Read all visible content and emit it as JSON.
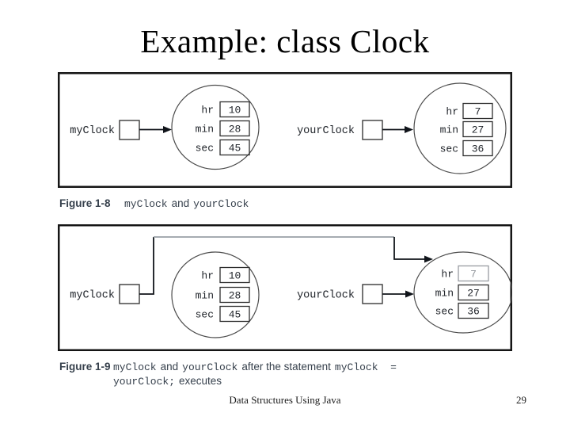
{
  "title": "Example: class Clock",
  "footer": {
    "center": "Data Structures Using Java",
    "page": "29"
  },
  "colors": {
    "caption": "#36404c",
    "ink": "#1a1a1a",
    "frame": "#151515",
    "muted_value": "#8f9399"
  },
  "figures": {
    "fig1": {
      "caption_label": "Figure 1-8",
      "caption": {
        "p1": "myClock",
        "p2": "and",
        "p3": "yourClock"
      },
      "pointers": {
        "my": "myClock",
        "your": "yourClock"
      },
      "object1": {
        "fields": [
          "hr",
          "min",
          "sec"
        ],
        "values": [
          "10",
          "28",
          "45"
        ]
      },
      "object2": {
        "fields": [
          "hr",
          "min",
          "sec"
        ],
        "values": [
          "7",
          "27",
          "36"
        ]
      }
    },
    "fig2": {
      "caption_label": "Figure 1-9",
      "caption_line1": {
        "p1": "myClock",
        "p2": "and",
        "p3": "yourClock",
        "p4": "after the statement",
        "p5": "myClock  ="
      },
      "caption_line2": {
        "p1": "yourClock;",
        "p2": "executes"
      },
      "pointers": {
        "my": "myClock",
        "your": "yourClock"
      },
      "object1": {
        "fields": [
          "hr",
          "min",
          "sec"
        ],
        "values": [
          "10",
          "28",
          "45"
        ]
      },
      "object2": {
        "fields": [
          "hr",
          "min",
          "sec"
        ],
        "values": [
          "7",
          "27",
          "36"
        ]
      }
    }
  }
}
